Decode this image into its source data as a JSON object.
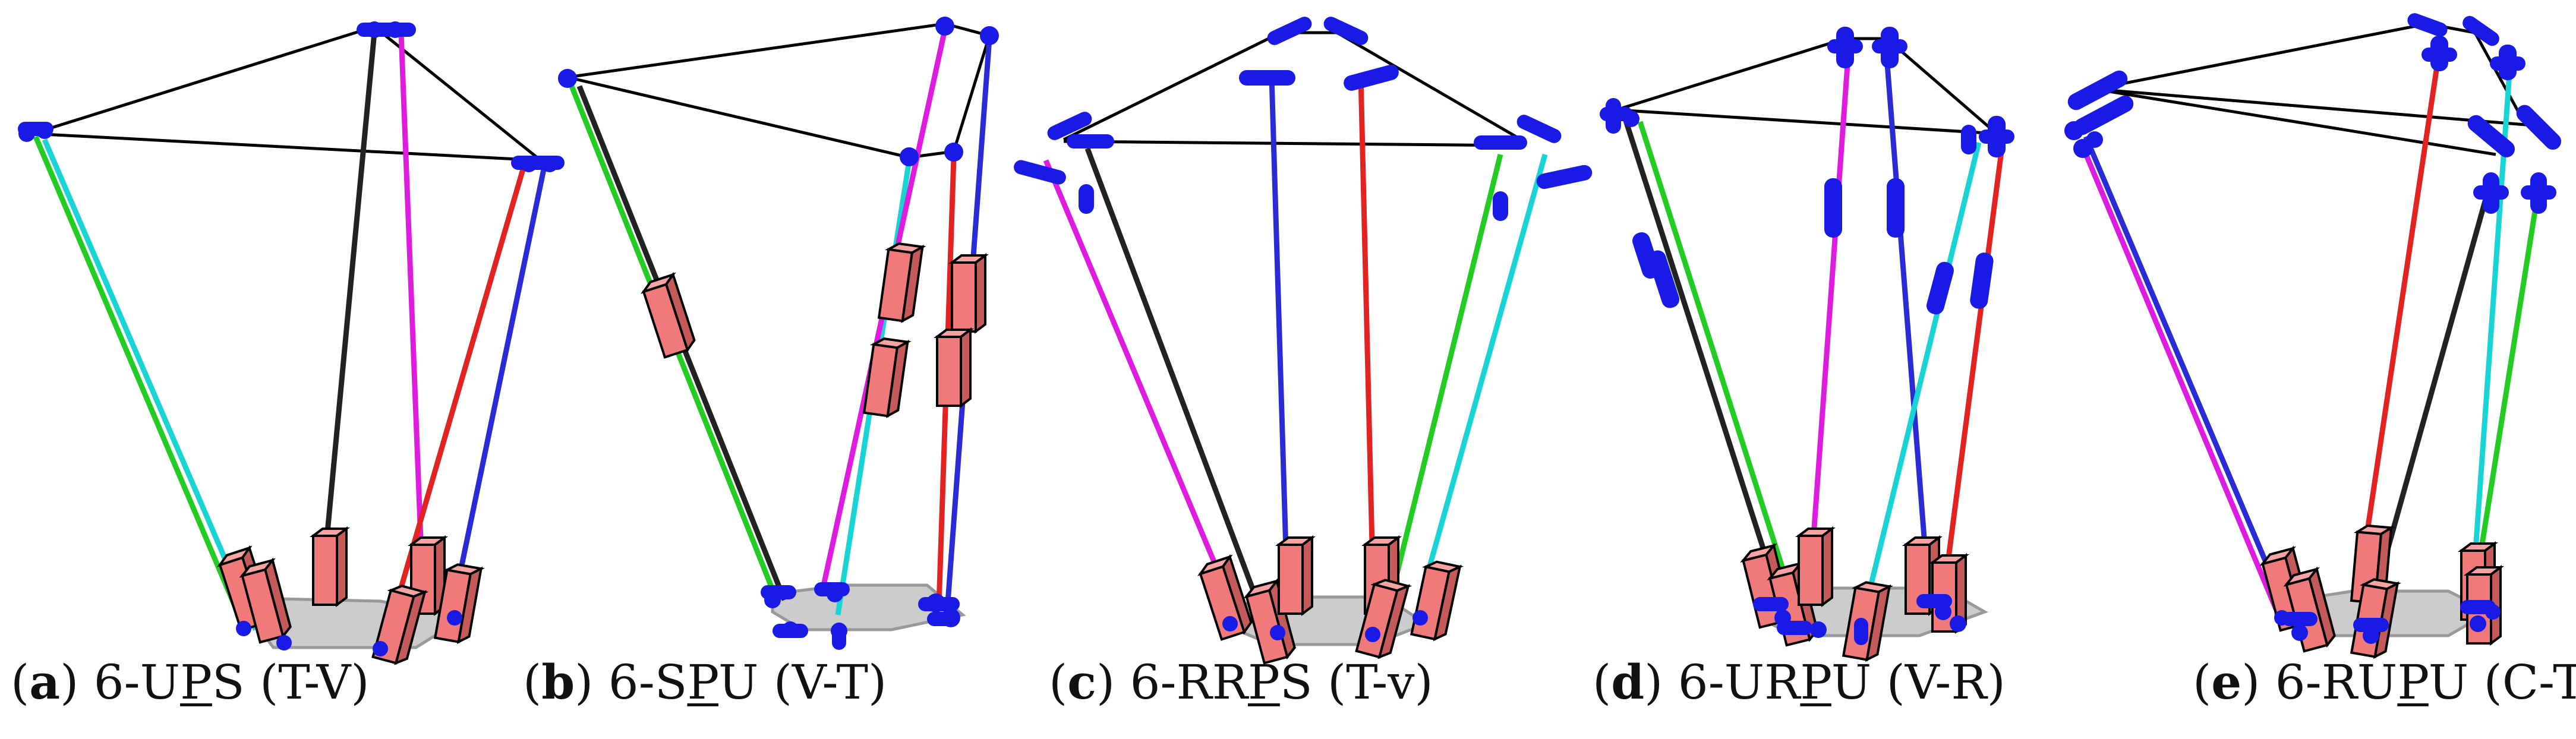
{
  "panels": [
    {
      "id": "a",
      "tag": "a",
      "pre": "6-U",
      "ul": "P",
      "post": "S (T-V)"
    },
    {
      "id": "b",
      "tag": "b",
      "pre": "6-S",
      "ul": "P",
      "post": "U (V-T)"
    },
    {
      "id": "c",
      "tag": "c",
      "pre": "6-RR",
      "ul": "P",
      "post": "S (T-v)"
    },
    {
      "id": "d",
      "tag": "d",
      "pre": "6-UR",
      "ul": "P",
      "post": "U (V-R)"
    },
    {
      "id": "e",
      "tag": "e",
      "pre": "6-RU",
      "ul": "P",
      "post": "U (C-T)"
    }
  ],
  "colors": {
    "joint": "#1a1ae6",
    "actuator": "#f07a7a",
    "base_plate": "#c8c8c8",
    "frame": "#000000",
    "legs": [
      "#22cc22",
      "#19d4d4",
      "#222222",
      "#e01be0",
      "#e32222",
      "#2a2ad6"
    ]
  }
}
